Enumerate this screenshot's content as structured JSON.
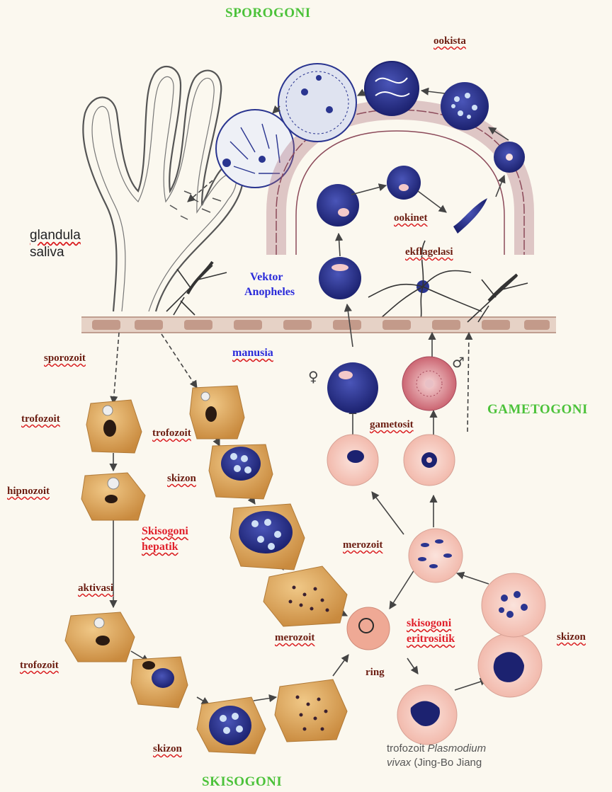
{
  "stages": {
    "sporogoni": "SPOROGONI",
    "gametogoni": "GAMETOGONI",
    "skisogoni": "SKISOGONI"
  },
  "labels": {
    "ookista": "ookista",
    "glandula": "glandula",
    "saliva": "saliva",
    "ookinet": "ookinet",
    "ekflagelasi": "ekflagelasi",
    "vektor": "Vektor",
    "anopheles": "Anopheles",
    "manusia": "manusia",
    "sporozoit": "sporozoit",
    "trofozoit_1": "trofozoit",
    "trofozoit_2": "trofozoit",
    "hipnozoit": "hipnozoit",
    "skizon_1": "skizon",
    "skisogoni_hepatik_1": "Skisogoni",
    "skisogoni_hepatik_2": "hepatik",
    "gametosit": "gametosit",
    "female_symbol": "♀",
    "male_symbol": "♂",
    "merozoit_1": "merozoit",
    "aktivasi": "aktivasi",
    "merozoit_2": "merozoit",
    "skisogoni_eritrositik_1": "skisogoni",
    "skisogoni_eritrositik_2": "eritrositik",
    "skizon_2": "skizon",
    "trofozoit_3": "trofozoit",
    "ring": "ring",
    "skizon_3": "skizon",
    "credit_1_a": "trofozoit",
    "credit_1_b": "Plasmodium",
    "credit_2_a": "vivax",
    "credit_2_b": "(Jing-Bo Jiang"
  },
  "colors": {
    "stage_green": "#4cc23a",
    "label_red": "#e0202a",
    "label_blue": "#2a2ad8",
    "liver_cell": "#d9a25a",
    "parasite_blue": "#2a3590"
  }
}
